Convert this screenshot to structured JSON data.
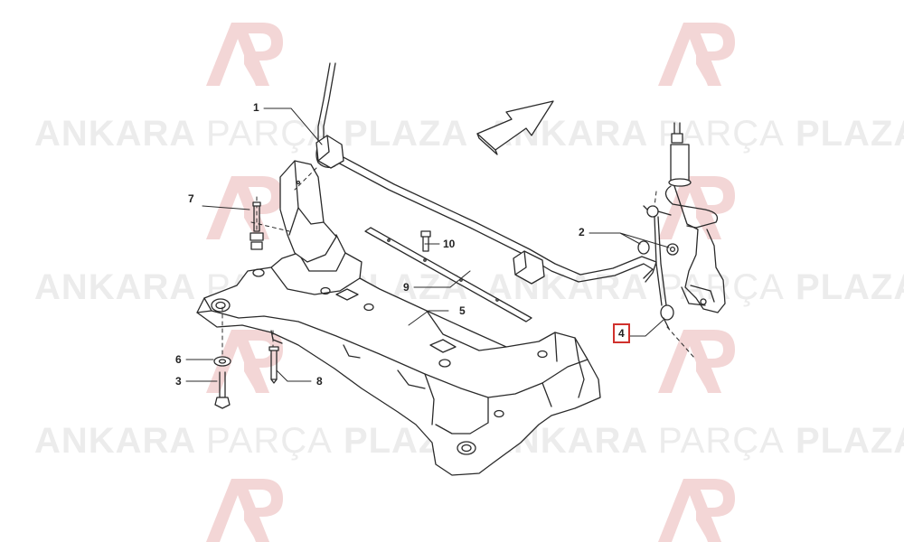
{
  "watermark": {
    "brand_bold_1": "ANKARA",
    "brand_light": "PARÇA",
    "brand_bold_2": "PLAZA",
    "logo_color": "#f3d6d6",
    "text_color": "#ececec"
  },
  "callouts": [
    {
      "id": "1",
      "label": "1"
    },
    {
      "id": "2",
      "label": "2"
    },
    {
      "id": "3",
      "label": "3"
    },
    {
      "id": "4",
      "label": "4",
      "highlighted": true
    },
    {
      "id": "5",
      "label": "5"
    },
    {
      "id": "6",
      "label": "6"
    },
    {
      "id": "7",
      "label": "7"
    },
    {
      "id": "8",
      "label": "8"
    },
    {
      "id": "9",
      "label": "9"
    },
    {
      "id": "10",
      "label": "10"
    }
  ],
  "colors": {
    "line": "#2a2a2a",
    "highlight": "#d0312d"
  }
}
